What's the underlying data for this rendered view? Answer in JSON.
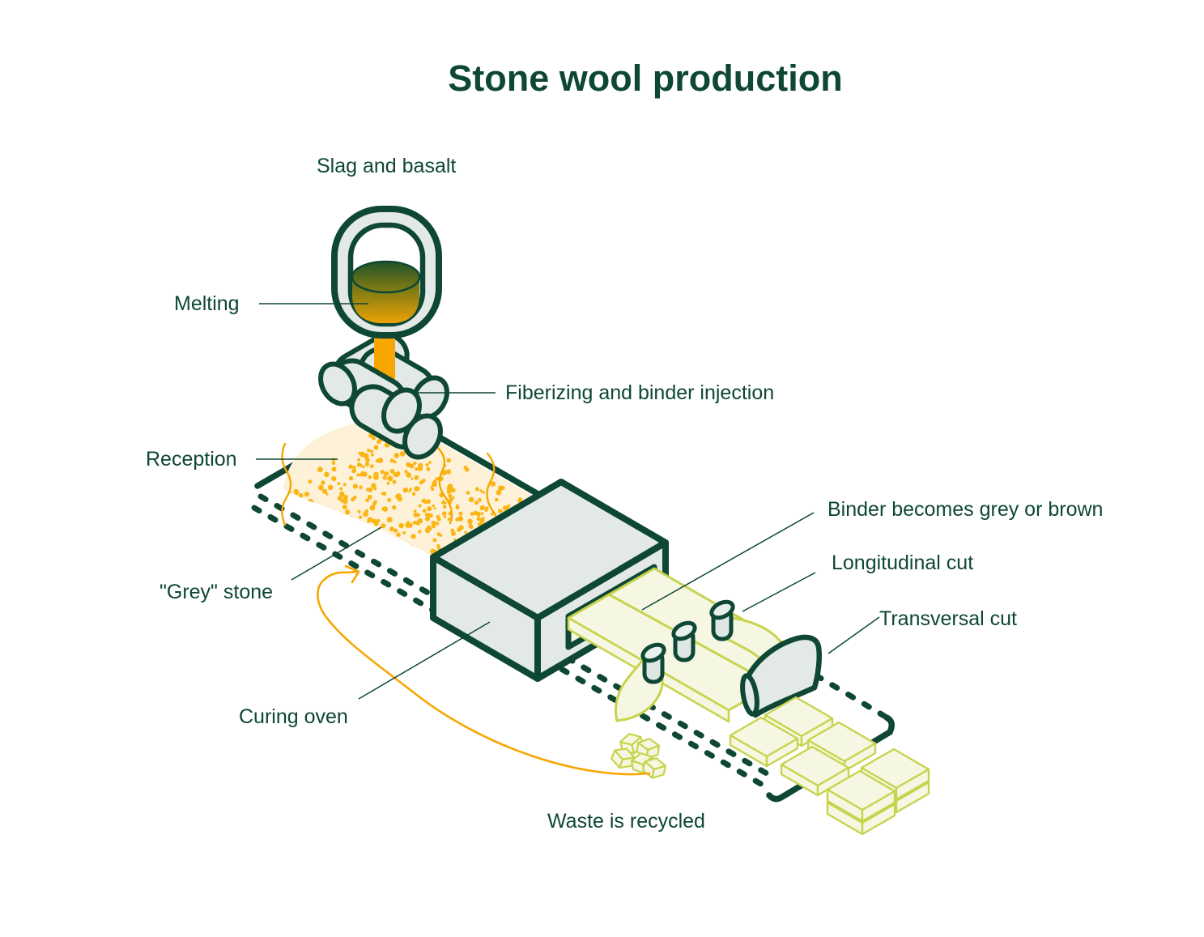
{
  "title": "Stone wool production",
  "labels": {
    "slag": "Slag and basalt",
    "melting": "Melting",
    "fiberizing": "Fiberizing and binder injection",
    "reception": "Reception",
    "grey_stone": "\"Grey\" stone",
    "curing_oven": "Curing oven",
    "waste": "Waste is recycled",
    "binder": "Binder becomes grey or brown",
    "longitudinal": "Longitudinal cut",
    "transversal": "Transversal cut"
  },
  "colors": {
    "dark_green": "#0e4734",
    "lime": "#c8d34d",
    "pale_yellow": "#f6f7e3",
    "machine_grey": "#e3e9e6",
    "orange": "#f8a602",
    "dot_orange": "#fbb515",
    "fiber_cream": "#fdf2d8",
    "molten_top": "#1a4f2c",
    "molten_bottom": "#f4a504"
  }
}
